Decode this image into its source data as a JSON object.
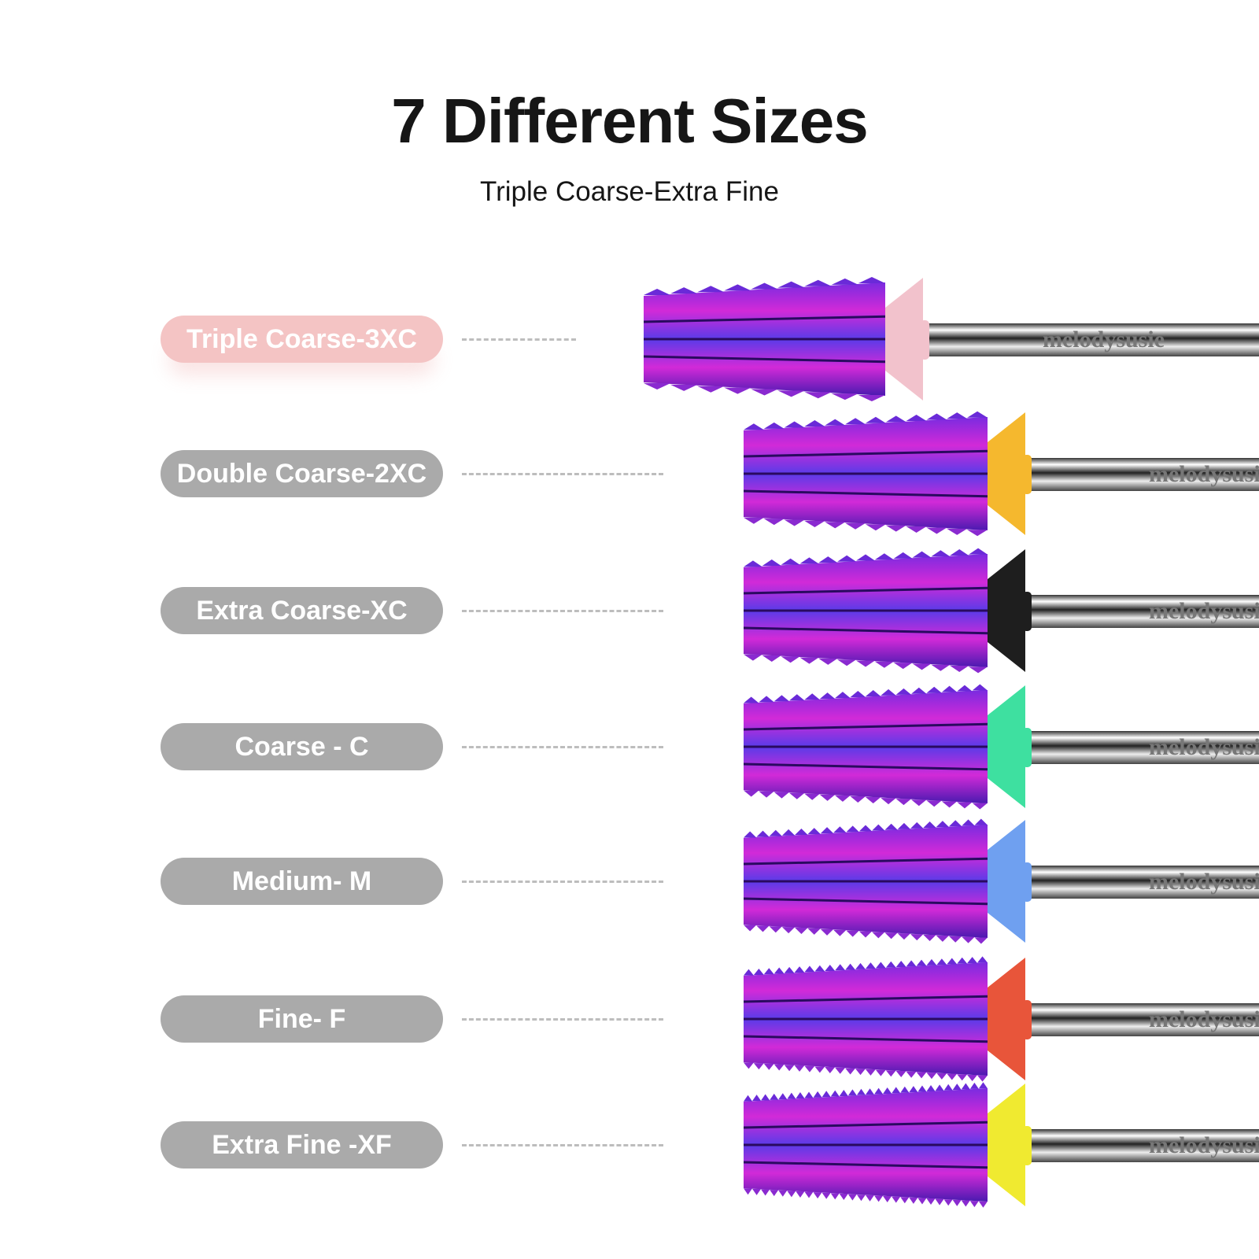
{
  "header": {
    "title": "7 Different Sizes",
    "subtitle": "Triple Coarse-Extra Fine"
  },
  "brand_engraving": "melodysusie",
  "sizes": [
    {
      "label": "Triple Coarse-3XC",
      "collar_color": "#f2c2cc",
      "selected": true
    },
    {
      "label": "Double Coarse-2XC",
      "collar_color": "#f5b82e",
      "selected": false
    },
    {
      "label": "Extra Coarse-XC",
      "collar_color": "#1e1e1e",
      "selected": false
    },
    {
      "label": "Coarse - C",
      "collar_color": "#3ee0a0",
      "selected": false
    },
    {
      "label": "Medium- M",
      "collar_color": "#6fa0f0",
      "selected": false
    },
    {
      "label": "Fine- F",
      "collar_color": "#e8553a",
      "selected": false
    },
    {
      "label": "Extra Fine -XF",
      "collar_color": "#f0ea30",
      "selected": false
    }
  ],
  "colors": {
    "pill_active": "#f4c4c4",
    "pill_inactive": "#aaaaaa",
    "bit_purple": "#7a2be0",
    "bit_magenta": "#d22ad8"
  }
}
